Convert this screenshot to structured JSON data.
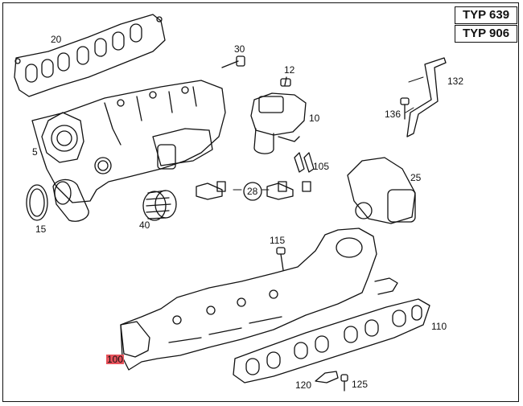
{
  "type_boxes": [
    "TYP 639",
    "TYP 906"
  ],
  "highlight_color": "#e8525b",
  "callouts": {
    "p20": "20",
    "p30": "30",
    "p12": "12",
    "p132": "132",
    "p136": "136",
    "p10": "10",
    "p5": "5",
    "p105": "105",
    "p25": "25",
    "p28": "28",
    "p15": "15",
    "p40": "40",
    "p115": "115",
    "p110": "110",
    "p100": "100",
    "p120": "120",
    "p125": "125"
  }
}
